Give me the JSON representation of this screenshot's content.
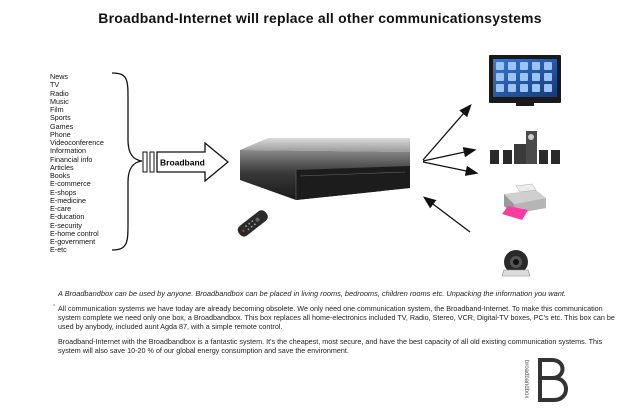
{
  "title": "Broadband-Internet will replace all other communicationsystems",
  "services": [
    "News",
    "TV",
    "Radio",
    "Music",
    "Film",
    "Sports",
    "Games",
    "Phone",
    "Videoconference",
    "Information",
    "Financial info",
    "Articles",
    "Books",
    "E-commerce",
    "E-shops",
    "E-medicine",
    "E-care",
    "E-ducation",
    "E-security",
    "E-home control",
    "E-government",
    "E-etc"
  ],
  "arrow_label": "Broadband",
  "caption": "A Broadbandbox can be used by anyone. Broadbandbox can be placed in living rooms, bedrooms, children rooms etc. Unpacking the information you want.",
  "paragraph1": "All communication systems we have today are already becoming obsolete. We only need one communication system, the Broadband-Internet. To make this communication system complete we need only one box, a Broadbandbox. This box replaces all home-electronics included TV, Radio, Stereo, VCR, Digital-TV boxes, PC's etc. This box can be used by anybody, included aunt Agda 87, with a simple remote control.",
  "paragraph2": "Broadband-Internet with the Broadbandbox is a fantastic system. It's the cheapest, most secure, and have the best capacity of all old existing communication systems. This system will also save 10-20 % of our global energy consumption and save the environment.",
  "brand_text": "broadbandbox",
  "devices": [
    "tv-icon",
    "speakers-icon",
    "printer-icon",
    "webcam-icon"
  ],
  "colors": {
    "tv_screen": "#1f57a8",
    "device_body": "#2b2b2b",
    "box_top": "#bdbdbd"
  }
}
